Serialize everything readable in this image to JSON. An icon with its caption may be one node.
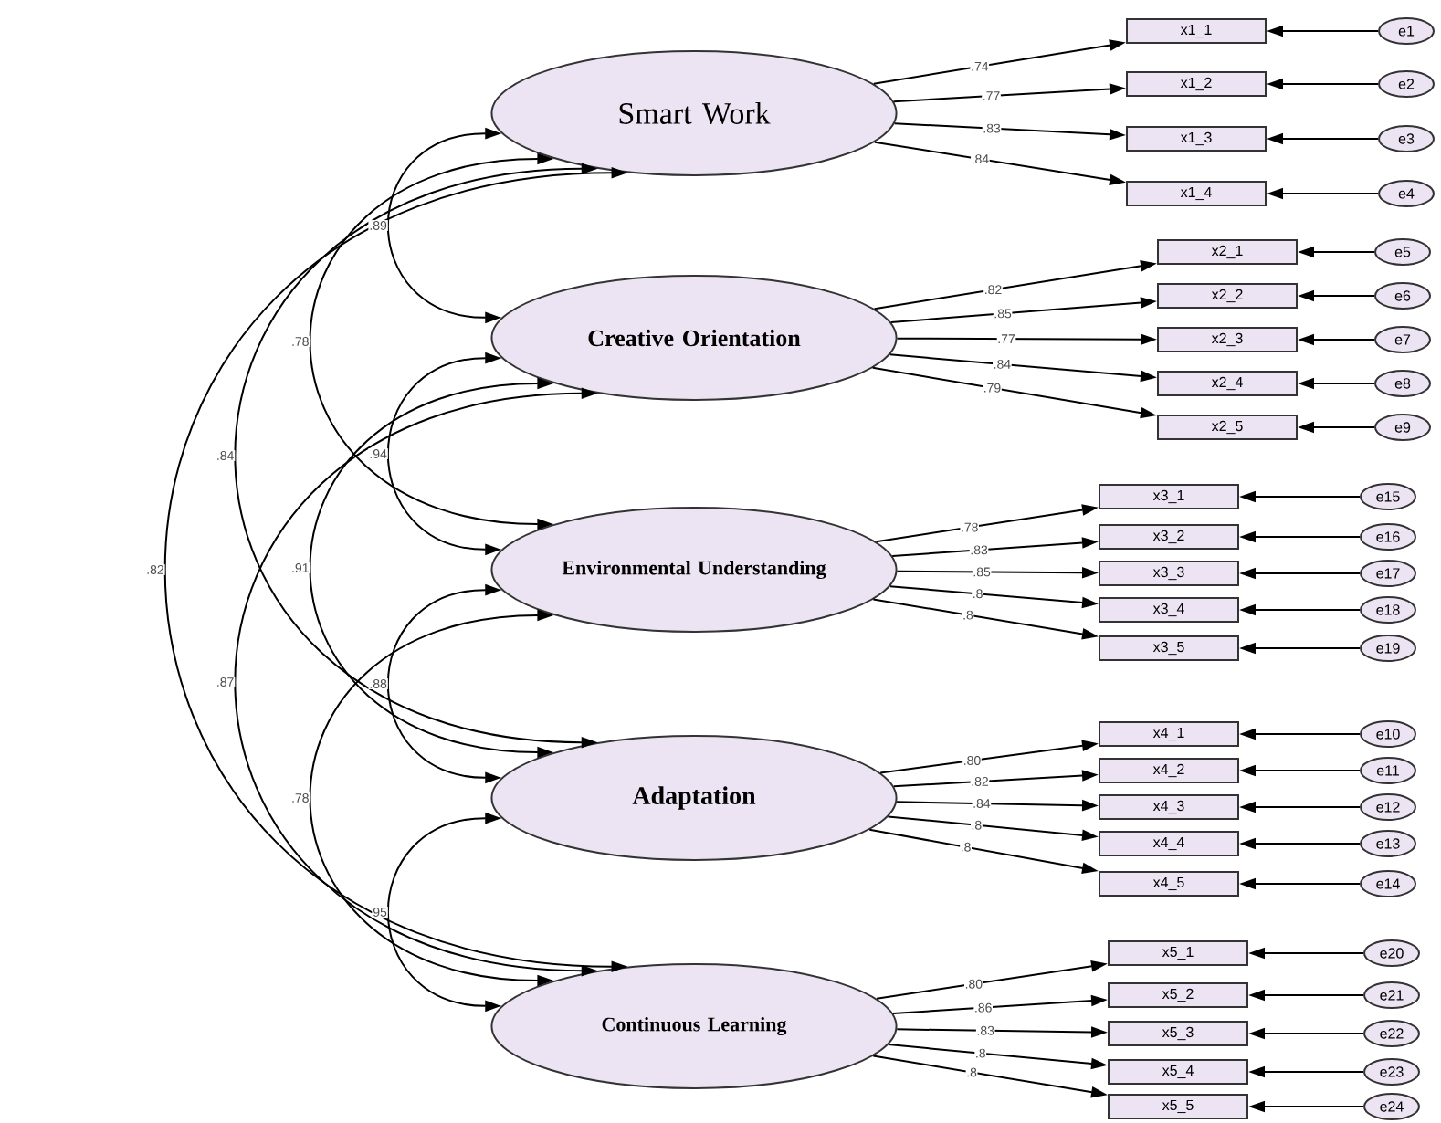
{
  "diagram": {
    "nodes": [
      {
        "text": [
          "Smart Work"
        ]
      },
      {
        "text": [
          "Creative Orientation"
        ]
      },
      {
        "text": [
          "Environmental Understanding"
        ]
      },
      {
        "text": [
          "Adaptation"
        ]
      },
      {
        "text": [
          "Continuous Learning"
        ]
      },
      {
        "text": [
          "x1_1"
        ]
      },
      {
        "text": [
          "e1"
        ]
      },
      {
        "text": [
          "x1_2"
        ]
      },
      {
        "text": [
          "e2"
        ]
      },
      {
        "text": [
          "x1_3"
        ]
      },
      {
        "text": [
          "e3"
        ]
      },
      {
        "text": [
          "x1_4"
        ]
      },
      {
        "text": [
          "e4"
        ]
      },
      {
        "text": [
          "x2_1"
        ]
      },
      {
        "text": [
          "e5"
        ]
      },
      {
        "text": [
          "x2_2"
        ]
      },
      {
        "text": [
          "e6"
        ]
      },
      {
        "text": [
          "x2_3"
        ]
      },
      {
        "text": [
          "e7"
        ]
      },
      {
        "text": [
          "x2_4"
        ]
      },
      {
        "text": [
          "e8"
        ]
      },
      {
        "text": [
          "x2_5"
        ]
      },
      {
        "text": [
          "e9"
        ]
      },
      {
        "text": [
          "x3_1"
        ]
      },
      {
        "text": [
          "e15"
        ]
      },
      {
        "text": [
          "x3_2"
        ]
      },
      {
        "text": [
          "e16"
        ]
      },
      {
        "text": [
          "x3_3"
        ]
      },
      {
        "text": [
          "e17"
        ]
      },
      {
        "text": [
          "x3_4"
        ]
      },
      {
        "text": [
          "e18"
        ]
      },
      {
        "text": [
          "x3_5"
        ]
      },
      {
        "text": [
          "e19"
        ]
      },
      {
        "text": [
          "x4_1"
        ]
      },
      {
        "text": [
          "e10"
        ]
      },
      {
        "text": [
          "x4_2"
        ]
      },
      {
        "text": [
          "e11"
        ]
      },
      {
        "text": [
          "x4_3"
        ]
      },
      {
        "text": [
          "e12"
        ]
      },
      {
        "text": [
          "x4_4"
        ]
      },
      {
        "text": [
          "e13"
        ]
      },
      {
        "text": [
          "x4_5"
        ]
      },
      {
        "text": [
          "e14"
        ]
      },
      {
        "text": [
          "x5_1"
        ]
      },
      {
        "text": [
          "e20"
        ]
      },
      {
        "text": [
          "x5_2"
        ]
      },
      {
        "text": [
          "e21"
        ]
      },
      {
        "text": [
          "x5_3"
        ]
      },
      {
        "text": [
          "e22"
        ]
      },
      {
        "text": [
          "x5_4"
        ]
      },
      {
        "text": [
          "e23"
        ]
      },
      {
        "text": [
          "x5_5"
        ]
      },
      {
        "text": [
          "e24"
        ]
      }
    ],
    "edges": [
      {
        "from": 0,
        "to": 5,
        "arrow": "to",
        "label": ".74"
      },
      {
        "from": 6,
        "to": 5,
        "arrow": "to"
      },
      {
        "from": 0,
        "to": 7,
        "arrow": "to",
        "label": ".77"
      },
      {
        "from": 8,
        "to": 7,
        "arrow": "to"
      },
      {
        "from": 0,
        "to": 9,
        "arrow": "to",
        "label": ".83"
      },
      {
        "from": 10,
        "to": 9,
        "arrow": "to"
      },
      {
        "from": 0,
        "to": 11,
        "arrow": "to",
        "label": ".84"
      },
      {
        "from": 12,
        "to": 11,
        "arrow": "to"
      },
      {
        "from": 1,
        "to": 13,
        "arrow": "to",
        "label": ".82"
      },
      {
        "from": 14,
        "to": 13,
        "arrow": "to"
      },
      {
        "from": 1,
        "to": 15,
        "arrow": "to",
        "label": ".85"
      },
      {
        "from": 16,
        "to": 15,
        "arrow": "to"
      },
      {
        "from": 1,
        "to": 17,
        "arrow": "to",
        "label": ".77"
      },
      {
        "from": 18,
        "to": 17,
        "arrow": "to"
      },
      {
        "from": 1,
        "to": 19,
        "arrow": "to",
        "label": ".84"
      },
      {
        "from": 20,
        "to": 19,
        "arrow": "to"
      },
      {
        "from": 1,
        "to": 21,
        "arrow": "to",
        "label": ".79"
      },
      {
        "from": 22,
        "to": 21,
        "arrow": "to"
      },
      {
        "from": 2,
        "to": 23,
        "arrow": "to",
        "label": ".78"
      },
      {
        "from": 24,
        "to": 23,
        "arrow": "to"
      },
      {
        "from": 2,
        "to": 25,
        "arrow": "to",
        "label": ".83"
      },
      {
        "from": 26,
        "to": 25,
        "arrow": "to"
      },
      {
        "from": 2,
        "to": 27,
        "arrow": "to",
        "label": ".85"
      },
      {
        "from": 28,
        "to": 27,
        "arrow": "to"
      },
      {
        "from": 2,
        "to": 29,
        "arrow": "to",
        "label": ".8"
      },
      {
        "from": 30,
        "to": 29,
        "arrow": "to"
      },
      {
        "from": 2,
        "to": 31,
        "arrow": "to",
        "label": ".8"
      },
      {
        "from": 32,
        "to": 31,
        "arrow": "to"
      },
      {
        "from": 3,
        "to": 33,
        "arrow": "to",
        "label": ".80"
      },
      {
        "from": 34,
        "to": 33,
        "arrow": "to"
      },
      {
        "from": 3,
        "to": 35,
        "arrow": "to",
        "label": ".82"
      },
      {
        "from": 36,
        "to": 35,
        "arrow": "to"
      },
      {
        "from": 3,
        "to": 37,
        "arrow": "to",
        "label": ".84"
      },
      {
        "from": 38,
        "to": 37,
        "arrow": "to"
      },
      {
        "from": 3,
        "to": 39,
        "arrow": "to",
        "label": ".8"
      },
      {
        "from": 40,
        "to": 39,
        "arrow": "to"
      },
      {
        "from": 3,
        "to": 41,
        "arrow": "to",
        "label": ".8"
      },
      {
        "from": 42,
        "to": 41,
        "arrow": "to"
      },
      {
        "from": 4,
        "to": 43,
        "arrow": "to",
        "label": ".80"
      },
      {
        "from": 44,
        "to": 43,
        "arrow": "to"
      },
      {
        "from": 4,
        "to": 45,
        "arrow": "to",
        "label": ".86"
      },
      {
        "from": 46,
        "to": 45,
        "arrow": "to"
      },
      {
        "from": 4,
        "to": 47,
        "arrow": "to",
        "label": ".83"
      },
      {
        "from": 48,
        "to": 47,
        "arrow": "to"
      },
      {
        "from": 4,
        "to": 49,
        "arrow": "to",
        "label": ".8"
      },
      {
        "from": 50,
        "to": 49,
        "arrow": "to"
      },
      {
        "from": 4,
        "to": 51,
        "arrow": "to",
        "label": ".8"
      },
      {
        "from": 52,
        "to": 51,
        "arrow": "to"
      },
      {
        "from": 0,
        "to": 1,
        "arrow": "both",
        "label": ".89"
      },
      {
        "from": 0,
        "to": 2,
        "arrow": "both",
        "label": ".78"
      },
      {
        "from": 0,
        "to": 3,
        "arrow": "both",
        "label": ".84"
      },
      {
        "from": 0,
        "to": 4,
        "arrow": "both",
        "label": ".82"
      },
      {
        "from": 1,
        "to": 2,
        "arrow": "both",
        "label": ".94"
      },
      {
        "from": 1,
        "to": 3,
        "arrow": "both",
        "label": ".91"
      },
      {
        "from": 1,
        "to": 4,
        "arrow": "both",
        "label": ".87"
      },
      {
        "from": 2,
        "to": 3,
        "arrow": "both",
        "label": ".88"
      },
      {
        "from": 2,
        "to": 4,
        "arrow": "both",
        "label": ".78"
      },
      {
        "from": 3,
        "to": 4,
        "arrow": "both",
        "label": "95"
      }
    ]
  }
}
